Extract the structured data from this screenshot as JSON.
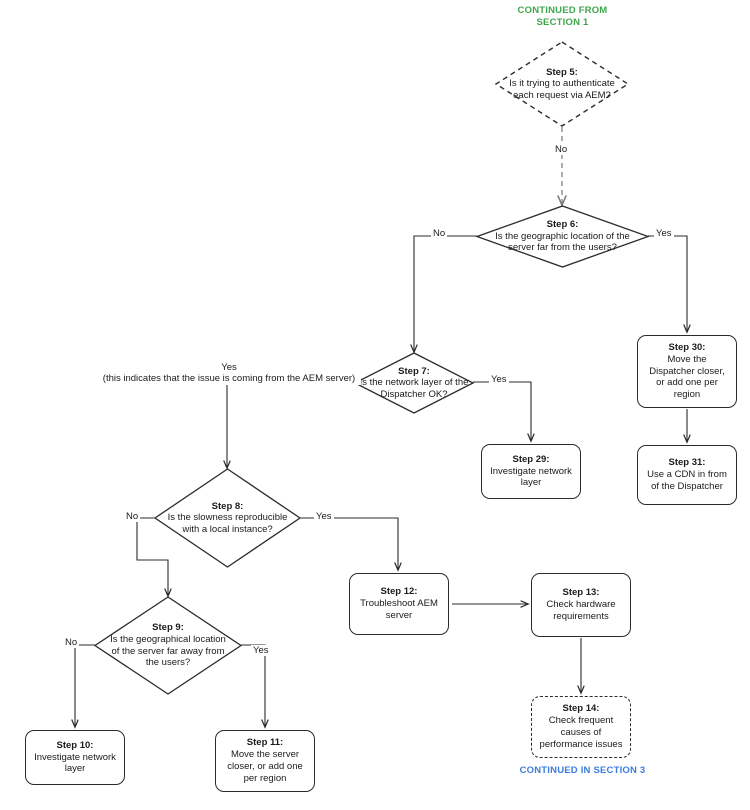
{
  "diagram": {
    "title": "AEM performance troubleshooting flowchart - Section 2",
    "colors": {
      "continued_from": "#3FA64C",
      "continued_in": "#3B7DDD",
      "stroke": "#2b2b2b",
      "text": "#1b1b1b",
      "background": "#ffffff"
    },
    "notes": {
      "top": "CONTINUED FROM\nSECTION 1",
      "top_line1": "CONTINUED FROM",
      "top_line2": "SECTION 1",
      "bottom": "CONTINUED IN SECTION 3"
    },
    "nodes": [
      {
        "id": "step5",
        "shape": "decision",
        "style": "dashed",
        "title": "Step 5:",
        "text": "Is it trying to authenticate each request via AEM?"
      },
      {
        "id": "step6",
        "shape": "decision",
        "style": "solid",
        "title": "Step 6:",
        "text": "Is the geographic location of the server far from the users?"
      },
      {
        "id": "step7",
        "shape": "decision",
        "style": "solid",
        "title": "Step 7:",
        "text": "Is the network layer of the Dispatcher OK?"
      },
      {
        "id": "step8",
        "shape": "decision",
        "style": "solid",
        "title": "Step 8:",
        "text": "Is the slowness reproducible with a local instance?"
      },
      {
        "id": "step9",
        "shape": "decision",
        "style": "solid",
        "title": "Step 9:",
        "text": "Is the geographical location of the server far away from the users?"
      },
      {
        "id": "step10",
        "shape": "process",
        "style": "solid",
        "title": "Step 10:",
        "text": "Investigate network layer"
      },
      {
        "id": "step11",
        "shape": "process",
        "style": "solid",
        "title": "Step 11:",
        "text": "Move the server closer, or add one per region"
      },
      {
        "id": "step12",
        "shape": "process",
        "style": "solid",
        "title": "Step 12:",
        "text": "Troubleshoot AEM server"
      },
      {
        "id": "step13",
        "shape": "process",
        "style": "solid",
        "title": "Step 13:",
        "text": "Check hardware requirements"
      },
      {
        "id": "step14",
        "shape": "process",
        "style": "dashed",
        "title": "Step 14:",
        "text": "Check frequent causes of performance issues"
      },
      {
        "id": "step29",
        "shape": "process",
        "style": "solid",
        "title": "Step 29:",
        "text": "Investigate network layer"
      },
      {
        "id": "step30",
        "shape": "process",
        "style": "solid",
        "title": "Step 30:",
        "text": "Move the Dispatcher closer, or add one per region"
      },
      {
        "id": "step31",
        "shape": "process",
        "style": "solid",
        "title": "Step 31:",
        "text": "Use a CDN in from of the Dispatcher"
      }
    ],
    "edges": [
      {
        "id": "e5-6",
        "from": "step5",
        "to": "step6",
        "label": "No",
        "style": "dashed"
      },
      {
        "id": "e6-30",
        "from": "step6",
        "to": "step30",
        "label": "Yes",
        "style": "solid"
      },
      {
        "id": "e6-7",
        "from": "step6",
        "to": "step7",
        "label": "No",
        "style": "solid"
      },
      {
        "id": "e30-31",
        "from": "step30",
        "to": "step31",
        "label": "",
        "style": "solid"
      },
      {
        "id": "e7-29",
        "from": "step7",
        "to": "step29",
        "label": "Yes",
        "style": "solid"
      },
      {
        "id": "e7-8",
        "from": "step7",
        "to": "step8",
        "label": "Yes\n(this indicates that the issue is coming from the AEM server)",
        "label_line1": "Yes",
        "label_line2": "(this indicates that the issue is coming from the AEM server)",
        "style": "solid"
      },
      {
        "id": "e8-12",
        "from": "step8",
        "to": "step12",
        "label": "Yes",
        "style": "solid"
      },
      {
        "id": "e8-9",
        "from": "step8",
        "to": "step9",
        "label": "No",
        "style": "solid"
      },
      {
        "id": "e9-10",
        "from": "step9",
        "to": "step10",
        "label": "No",
        "style": "solid"
      },
      {
        "id": "e9-11",
        "from": "step9",
        "to": "step11",
        "label": "Yes",
        "style": "solid"
      },
      {
        "id": "e12-13",
        "from": "step12",
        "to": "step13",
        "label": "",
        "style": "solid"
      },
      {
        "id": "e13-14",
        "from": "step13",
        "to": "step14",
        "label": "",
        "style": "solid"
      }
    ]
  }
}
